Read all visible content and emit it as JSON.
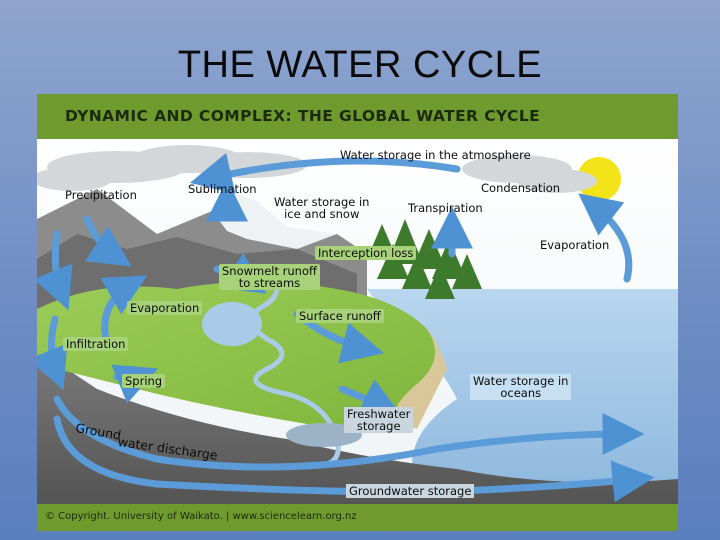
{
  "slide": {
    "title": "THE WATER CYCLE"
  },
  "figure": {
    "header": "DYNAMIC AND COMPLEX: THE GLOBAL WATER CYCLE",
    "footer": "© Copyright. University of Waikato. | www.sciencelearn.org.nz",
    "labels": {
      "water_storage_atmosphere": "Water storage in the atmosphere",
      "sublimation": "Sublimation",
      "precipitation": "Precipitation",
      "condensation": "Condensation",
      "water_storage_ice_snow_1": "Water storage in",
      "water_storage_ice_snow_2": "ice and snow",
      "transpiration": "Transpiration",
      "evaporation_ocean": "Evaporation",
      "interception_loss": "Interception loss",
      "snowmelt_runoff_1": "Snowmelt runoff",
      "snowmelt_runoff_2": "to streams",
      "evaporation_lake": "Evaporation",
      "surface_runoff": "Surface runoff",
      "infiltration": "Infiltration",
      "spring": "Spring",
      "water_storage_oceans_1": "Water storage in",
      "water_storage_oceans_2": "oceans",
      "freshwater_storage_1": "Freshwater",
      "freshwater_storage_2": "storage",
      "groundwater_discharge_1": "Ground",
      "groundwater_discharge_2": "water discharge",
      "groundwater_storage": "Groundwater storage"
    },
    "colors": {
      "header_bar": "#6f9a2e",
      "arrow_blue": "#5b9bd8",
      "land_green": "#8cc24a",
      "ocean_blue": "#a9cbe8",
      "sun_yellow": "#f2e419"
    }
  }
}
